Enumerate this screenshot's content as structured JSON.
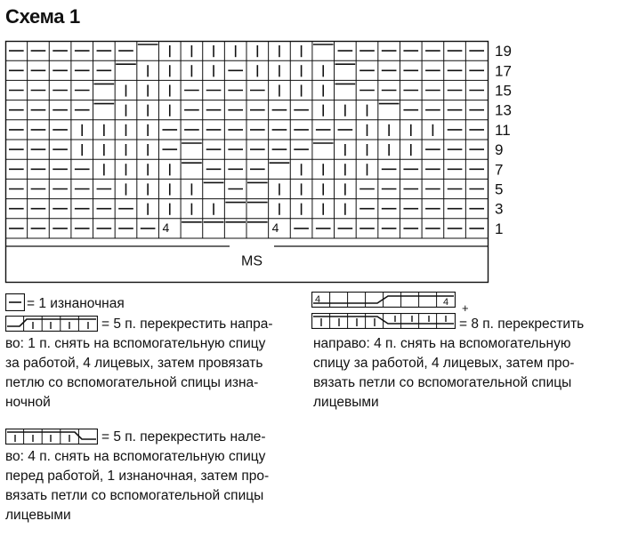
{
  "title": "Схема 1",
  "chart_data": {
    "type": "table",
    "columns": 22,
    "row_labels": [
      "19",
      "17",
      "15",
      "13",
      "11",
      "9",
      "7",
      "5",
      "3",
      "1"
    ],
    "bottom_label": "MS",
    "cable_count_label": "4",
    "rows": [
      "------_|||||||_------",
      "-----_||||-||||_-----",
      "----_|||----|||_----",
      "----_|||------|||_---",
      "---||||---------||||--",
      "---||||-_-----_||||--",
      "----||||_---_||||----",
      "-----||||_-_||||-----",
      "------||||__||||------",
      "-------4____4--------"
    ]
  },
  "legend": {
    "purl": "= 1 изнаночная",
    "cross_right_5": "= 5 п. перекрестить напра-",
    "cross_right_5_desc": [
      "во:  1 п. снять на вспомогательную спицу",
      "за работой, 4 лицевых, затем провязать",
      "петлю со вспомогательной спицы изна-",
      "ночной"
    ],
    "cross_left_5": "= 5 п. перекрестить нале-",
    "cross_left_5_desc": [
      "во: 4 п. снять на вспомогательную спицу",
      "перед работой, 1 изнаночная, затем про-",
      "вязать петли со вспомогательной спицы",
      "лицевыми"
    ],
    "plus": "+",
    "cross_right_8": "= 8 п. перекрестить",
    "cross_right_8_desc": [
      "направо: 4 п. снять на вспомогательную",
      "спицу за работой, 4 лицевых, затем про-",
      "вязать петли со вспомогательной спицы",
      "лицевыми"
    ],
    "num_4": "4"
  }
}
